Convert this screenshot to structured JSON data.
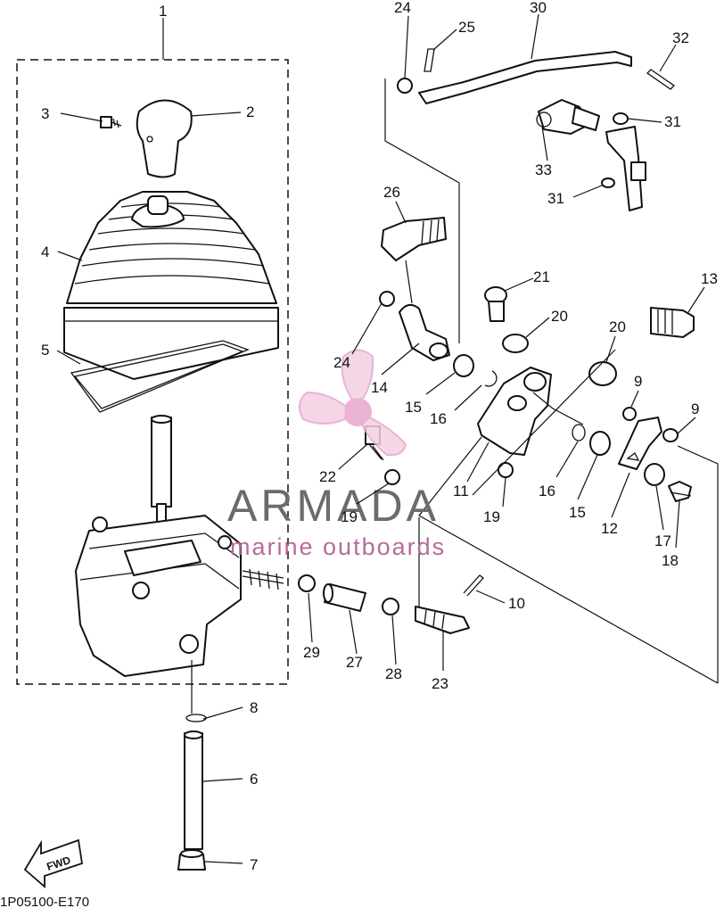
{
  "diagram": {
    "code": "1P05100-E170",
    "direction_badge": "FWD",
    "watermark": {
      "brand": "ARMADA",
      "tagline": "marine outboards"
    },
    "callouts": [
      "1",
      "2",
      "3",
      "4",
      "5",
      "6",
      "7",
      "8",
      "9",
      "9",
      "10",
      "11",
      "12",
      "13",
      "14",
      "15",
      "15",
      "16",
      "16",
      "17",
      "18",
      "19",
      "19",
      "20",
      "20",
      "21",
      "22",
      "23",
      "24",
      "24",
      "25",
      "26",
      "27",
      "28",
      "29",
      "30",
      "31",
      "31",
      "32",
      "33"
    ]
  },
  "colors": {
    "line": "#111111",
    "watermark_gray": "#6b6b6b",
    "watermark_pink": "#e8a6cc"
  }
}
